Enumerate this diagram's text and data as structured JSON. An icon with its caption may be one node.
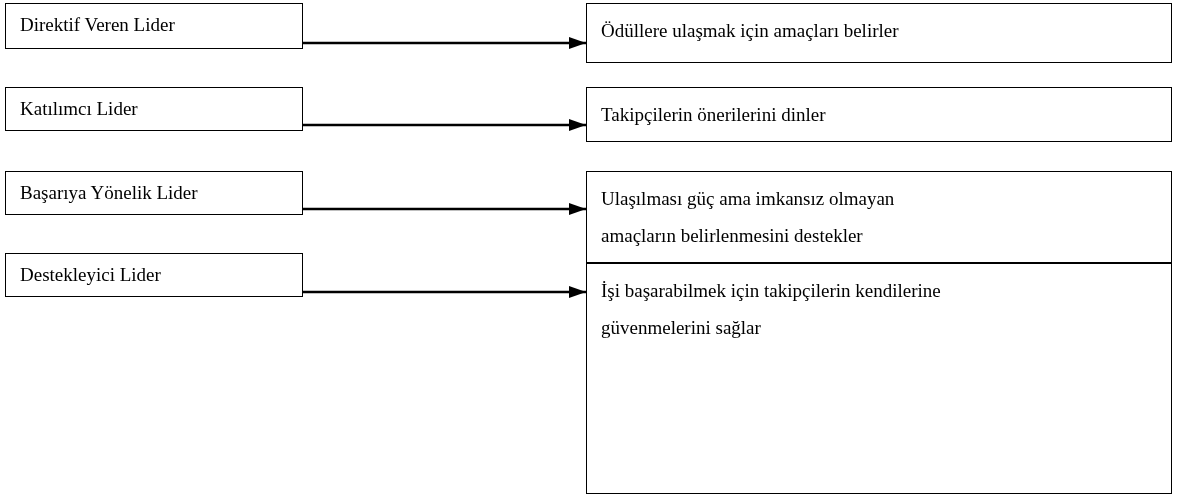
{
  "diagram": {
    "nodes": [
      {
        "text": [
          "Direktif Veren Lider"
        ]
      },
      {
        "text": [
          "Ödüllere ulaşmak için amaçları belirler"
        ]
      },
      {
        "text": [
          "Katılımcı Lider"
        ]
      },
      {
        "text": [
          "Takipçilerin önerilerini dinler"
        ]
      },
      {
        "text": [
          "Başarıya Yönelik Lider"
        ]
      },
      {
        "text": [
          "Ulaşılması güç ama imkansız olmayan amaçların belirlenmesini destekler"
        ]
      },
      {
        "text": [
          "Destekleyici Lider"
        ]
      },
      {
        "text": [
          "İşi başarabilmek için takipçilerin kendilerine güvenmelerini sağlar"
        ]
      }
    ],
    "edges": [
      {
        "from": 0,
        "to": 1,
        "arrow": "to"
      },
      {
        "from": 2,
        "to": 3,
        "arrow": "to"
      },
      {
        "from": 4,
        "to": 5,
        "arrow": "to"
      },
      {
        "from": 6,
        "to": 7,
        "arrow": "to"
      }
    ]
  }
}
